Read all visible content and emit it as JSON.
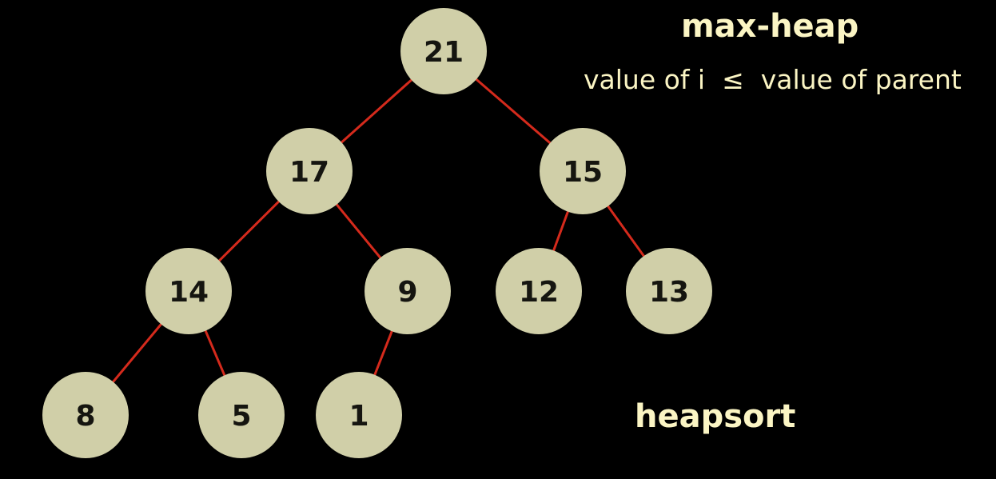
{
  "title": "max-heap",
  "property": "value of i  ≤  value of parent",
  "footer": "heapsort",
  "colors": {
    "node_fill": "#d0cfa8",
    "edge": "#d42a1c",
    "text": "#fbf5c4",
    "background": "#000000"
  },
  "heap": [
    21,
    17,
    15,
    14,
    9,
    12,
    13,
    8,
    5,
    1
  ]
}
